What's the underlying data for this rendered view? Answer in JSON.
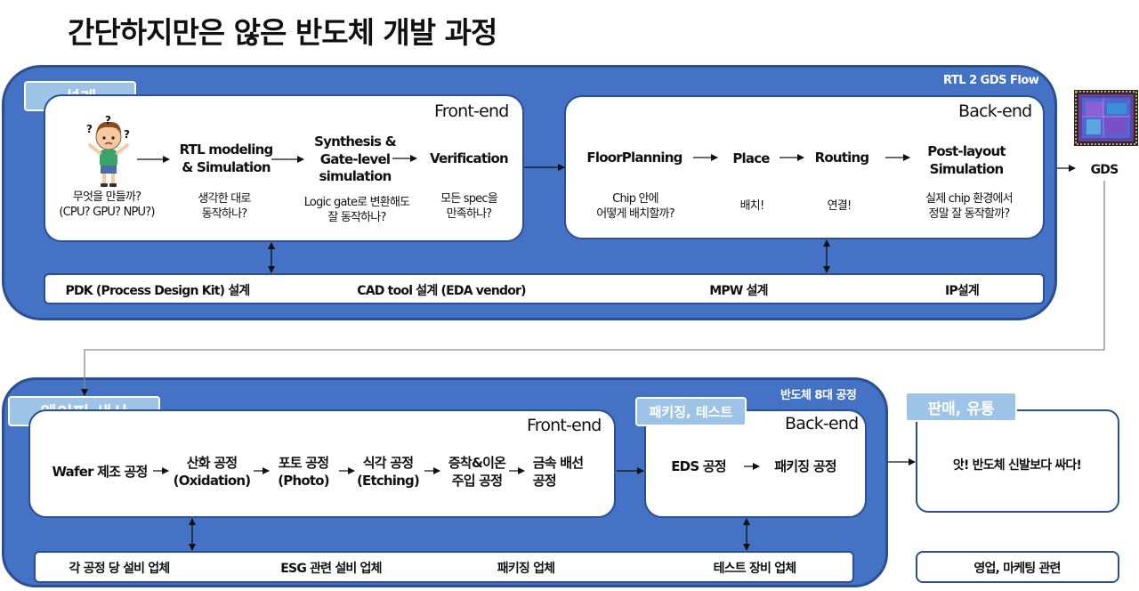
{
  "title": "간단하지만은 않은 반도체 개발 과정",
  "design": {
    "tag": "설계",
    "corner_label": "RTL 2 GDS Flow",
    "front_end": {
      "heading": "Front-end",
      "steps": [
        {
          "label": "",
          "desc": "무엇을 만들까?\n(CPU? GPU? NPU?)"
        },
        {
          "label": "RTL modeling\n& Simulation",
          "desc": "생각한 대로\n동작하나?"
        },
        {
          "label": "Synthesis &\nGate-level\nsimulation",
          "desc": "Logic gate로 변환해도\n잘 동작하나?"
        },
        {
          "label": "Verification",
          "desc": "모든 spec을\n만족하나?"
        }
      ],
      "question_marks": [
        "?",
        "?",
        "?"
      ]
    },
    "back_end": {
      "heading": "Back-end",
      "steps": [
        {
          "label": "FloorPlanning",
          "desc": "Chip 안에\n어떻게 배치할까?"
        },
        {
          "label": "Place",
          "desc": "배치!"
        },
        {
          "label": "Routing",
          "desc": "연결!"
        },
        {
          "label": "Post-layout\nSimulation",
          "desc": "실제 chip 환경에서\n정말 잘 동작할까?"
        }
      ]
    },
    "support_bar": [
      "PDK (Process Design Kit) 설계",
      "CAD tool 설계 (EDA vendor)",
      "MPW 설계",
      "IP설계"
    ]
  },
  "gds": {
    "label": "GDS"
  },
  "production": {
    "tag": "웨이퍼 생산",
    "corner_label": "반도체 8대 공정",
    "front_end": {
      "heading": "Front-end",
      "steps": [
        "Wafer 제조 공정",
        "산화 공정\n(Oxidation)",
        "포토 공정\n(Photo)",
        "식각 공정\n(Etching)",
        "증착&이온\n주입 공정",
        "금속 배선\n공정"
      ]
    },
    "back_end": {
      "tag": "패키징, 테스트",
      "heading": "Back-end",
      "steps": [
        "EDS 공정",
        "패키징 공정"
      ]
    },
    "support_bar": [
      "각 공정 당 설비 업체",
      "ESG 관련 설비 업체",
      "패키징 업체",
      "테스트 장비 업체"
    ]
  },
  "sales": {
    "tag": "판매, 유통",
    "message": "앗! 반도체 신발보다 싸다!",
    "support_bar": "영업, 마케팅 관련"
  },
  "colors": {
    "panel": "#4472c4",
    "panel_border": "#2b4f94",
    "tag": "#9dc3e6",
    "card": "#ffffff"
  }
}
